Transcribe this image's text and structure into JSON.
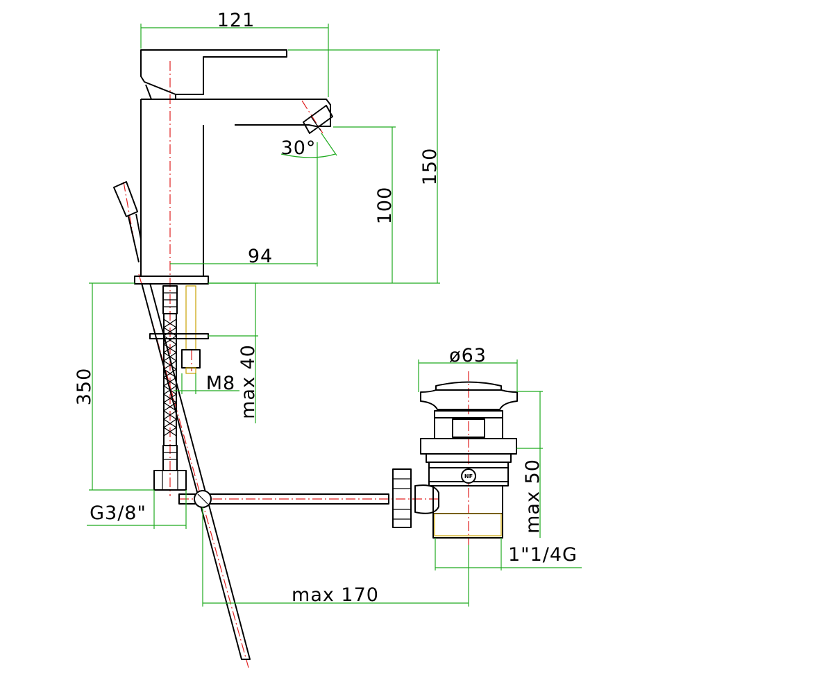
{
  "labels": {
    "width_total": "121",
    "height_total": "150",
    "spout_height": "100",
    "spout_reach": "94",
    "spout_angle": "30°",
    "hose_length": "350",
    "rod_max": "max 40",
    "rod_thread": "M8",
    "inlet_thread": "G3/8\"",
    "waste_diameter": "ø63",
    "waste_max": "max 50",
    "waste_thread": "1\"1/4G",
    "rod_reach": "max 170"
  },
  "colors": {
    "outline": "#000000",
    "dimension": "#1faa1f",
    "centerline": "#e02020",
    "thread": "#c8a000"
  },
  "logo_text": "NF"
}
